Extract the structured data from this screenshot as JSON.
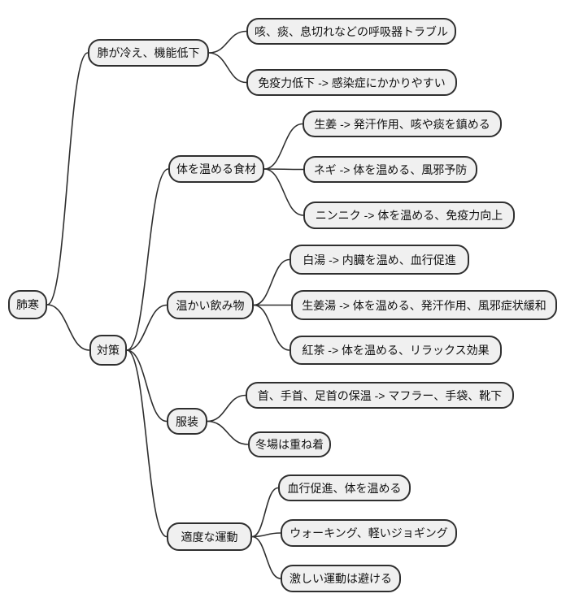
{
  "diagram": {
    "kind": "mindmap",
    "colors": {
      "background": "#ffffff",
      "node_fill": "#f0f0f0",
      "node_border": "#2f2f2f",
      "edge": "#2f2f2f",
      "text": "#111111"
    },
    "nodes": [
      {
        "id": "root",
        "parent": null,
        "label": "肺寒"
      },
      {
        "id": "cause",
        "parent": "root",
        "label": "肺が冷え、機能低下"
      },
      {
        "id": "cause-respiratory",
        "parent": "cause",
        "label": "咳、痰、息切れなどの呼吸器トラブル"
      },
      {
        "id": "cause-immunity",
        "parent": "cause",
        "label": "免疫力低下 -> 感染症にかかりやすい"
      },
      {
        "id": "measures",
        "parent": "root",
        "label": "対策"
      },
      {
        "id": "foods",
        "parent": "measures",
        "label": "体を温める食材"
      },
      {
        "id": "food-ginger",
        "parent": "foods",
        "label": "生姜 -> 発汗作用、咳や痰を鎮める"
      },
      {
        "id": "food-negi",
        "parent": "foods",
        "label": "ネギ -> 体を温める、風邪予防"
      },
      {
        "id": "food-garlic",
        "parent": "foods",
        "label": "ニンニク -> 体を温める、免疫力向上"
      },
      {
        "id": "drinks",
        "parent": "measures",
        "label": "温かい飲み物"
      },
      {
        "id": "drink-sayu",
        "parent": "drinks",
        "label": "白湯 -> 内臓を温め、血行促進"
      },
      {
        "id": "drink-ginger-tea",
        "parent": "drinks",
        "label": "生姜湯 -> 体を温める、発汗作用、風邪症状緩和"
      },
      {
        "id": "drink-black-tea",
        "parent": "drinks",
        "label": "紅茶 -> 体を温める、リラックス効果"
      },
      {
        "id": "clothing",
        "parent": "measures",
        "label": "服装"
      },
      {
        "id": "clothing-warm-points",
        "parent": "clothing",
        "label": "首、手首、足首の保温 -> マフラー、手袋、靴下"
      },
      {
        "id": "clothing-layers",
        "parent": "clothing",
        "label": "冬場は重ね着"
      },
      {
        "id": "exercise",
        "parent": "measures",
        "label": "適度な運動"
      },
      {
        "id": "exercise-effect",
        "parent": "exercise",
        "label": "血行促進、体を温める"
      },
      {
        "id": "exercise-walking",
        "parent": "exercise",
        "label": "ウォーキング、軽いジョギング"
      },
      {
        "id": "exercise-avoid",
        "parent": "exercise",
        "label": "激しい運動は避ける"
      }
    ]
  }
}
